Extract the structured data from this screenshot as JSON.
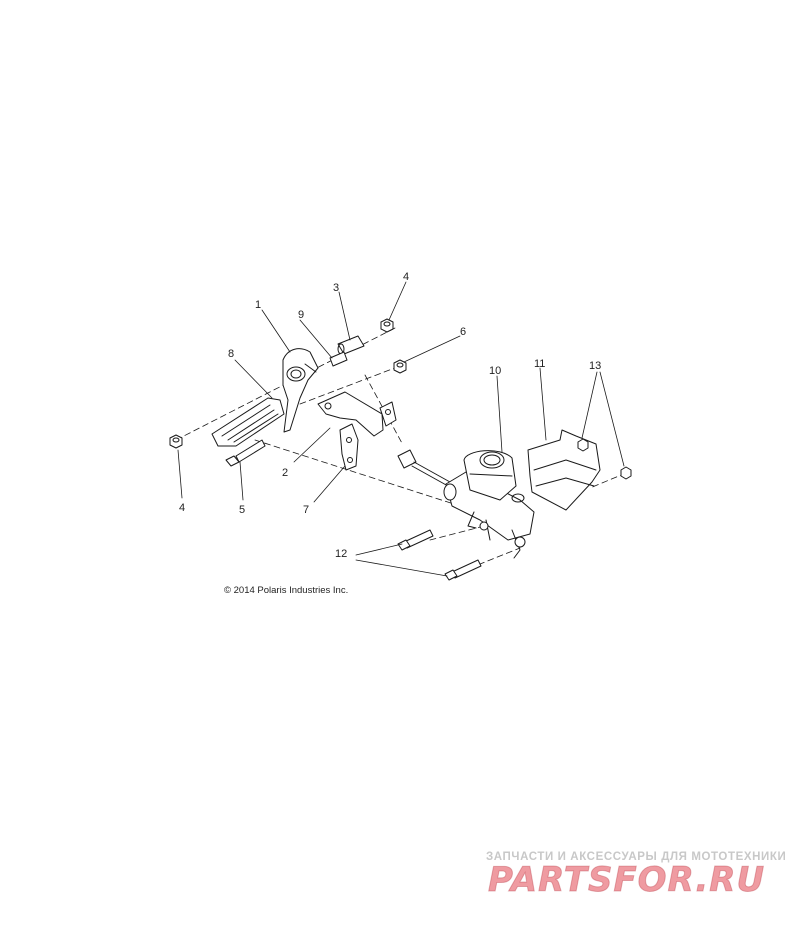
{
  "diagram": {
    "callouts": [
      "1",
      "2",
      "3",
      "4",
      "4",
      "5",
      "6",
      "7",
      "8",
      "9",
      "10",
      "11",
      "12",
      "13"
    ]
  },
  "copyright": "© 2014 Polaris Industries Inc.",
  "watermark": {
    "tagline": "ЗАПЧАСТИ И АКСЕССУАРЫ ДЛЯ МОТОТЕХНИКИ",
    "brand": "PARTSFOR.RU"
  },
  "colors": {
    "line": "#1a1a1a",
    "background": "#ffffff",
    "watermark": "#e24854"
  }
}
